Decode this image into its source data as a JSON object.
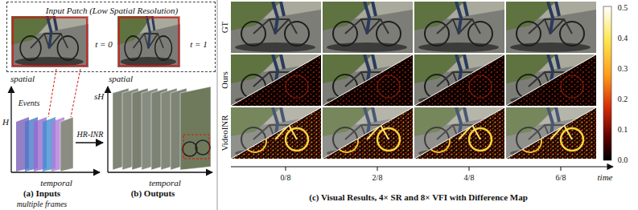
{
  "diagram": {
    "nodes": [
      {
        "text": [
          "Input Patch (Low Spatial Resolution)",
          "t = 0",
          "t = 1"
        ]
      }
    ],
    "labels": [
      "spatial",
      "H",
      "Events",
      "temporal",
      "(a) Inputs",
      "multiple frames",
      "HR-INR",
      "spatial",
      "sH",
      "temporal",
      "(b) Outputs",
      "GT",
      "Ours",
      "VideoINR",
      "0.5",
      "0.4",
      "0.3",
      "0.2",
      "0.1",
      "0.0",
      "0/8",
      "2/8",
      "4/8",
      "6/8",
      "time",
      "(c) Visual Results, 4× SR and 8× VFI with Difference Map"
    ]
  }
}
